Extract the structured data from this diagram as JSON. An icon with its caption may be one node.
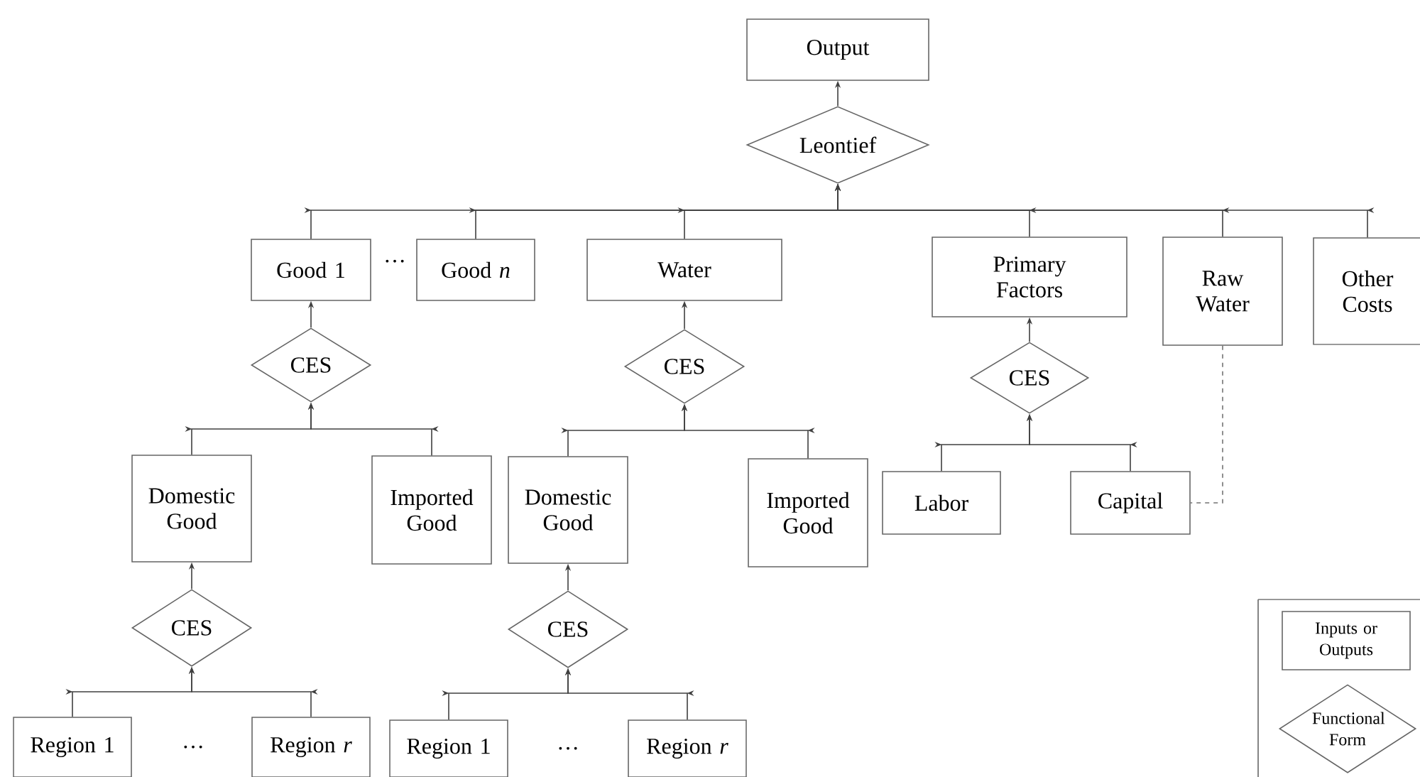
{
  "diagram": {
    "nodes": [
      {
        "text": [
          "Output"
        ]
      },
      {
        "text": [
          "Leontief"
        ]
      },
      {
        "text": [
          "Good 1"
        ]
      },
      {
        "text": [
          "Good *n*"
        ]
      },
      {
        "text": [
          "Water"
        ]
      },
      {
        "text": [
          "Primary Factors"
        ]
      },
      {
        "text": [
          "Raw Water"
        ]
      },
      {
        "text": [
          "Other Costs"
        ]
      },
      {
        "text": [
          "CES"
        ]
      },
      {
        "text": [
          "CES"
        ]
      },
      {
        "text": [
          "CES"
        ]
      },
      {
        "text": [
          "Domestic Good"
        ]
      },
      {
        "text": [
          "Imported Good"
        ]
      },
      {
        "text": [
          "Domestic Good"
        ]
      },
      {
        "text": [
          "Imported Good"
        ]
      },
      {
        "text": [
          "Labor"
        ]
      },
      {
        "text": [
          "Capital"
        ]
      },
      {
        "text": [
          "CES"
        ]
      },
      {
        "text": [
          "CES"
        ]
      },
      {
        "text": [
          "Region 1"
        ]
      },
      {
        "text": [
          "Region *r*"
        ]
      },
      {
        "text": [
          "Region 1"
        ]
      },
      {
        "text": [
          "Region *r*"
        ]
      }
    ],
    "edges": [
      {
        "from": 1,
        "to": 0,
        "arrow": "to"
      },
      {
        "from": 2,
        "to": 1,
        "arrow": "to"
      },
      {
        "from": 3,
        "to": 1,
        "arrow": "to"
      },
      {
        "from": 4,
        "to": 1,
        "arrow": "to"
      },
      {
        "from": 5,
        "to": 1,
        "arrow": "to"
      },
      {
        "from": 6,
        "to": 1,
        "arrow": "to"
      },
      {
        "from": 7,
        "to": 1,
        "arrow": "to"
      },
      {
        "from": 8,
        "to": 2,
        "arrow": "to"
      },
      {
        "from": 9,
        "to": 4,
        "arrow": "to"
      },
      {
        "from": 10,
        "to": 5,
        "arrow": "to"
      },
      {
        "from": 11,
        "to": 8,
        "arrow": "to"
      },
      {
        "from": 12,
        "to": 8,
        "arrow": "to"
      },
      {
        "from": 13,
        "to": 9,
        "arrow": "to"
      },
      {
        "from": 14,
        "to": 9,
        "arrow": "to"
      },
      {
        "from": 15,
        "to": 10,
        "arrow": "to"
      },
      {
        "from": 16,
        "to": 10,
        "arrow": "to"
      },
      {
        "from": 17,
        "to": 11,
        "arrow": "to"
      },
      {
        "from": 18,
        "to": 13,
        "arrow": "to"
      },
      {
        "from": 19,
        "to": 17,
        "arrow": "to"
      },
      {
        "from": 20,
        "to": 17,
        "arrow": "to"
      },
      {
        "from": 21,
        "to": 18,
        "arrow": "to"
      },
      {
        "from": 22,
        "to": 18,
        "arrow": "to"
      },
      {
        "from": 6,
        "to": 16,
        "arrow": "none",
        "style": "dashed"
      }
    ],
    "labels": [
      "···",
      "···",
      "···"
    ],
    "legend": [
      {
        "text": "Inputs or Outputs"
      },
      {
        "text": "Functional Form"
      }
    ]
  }
}
